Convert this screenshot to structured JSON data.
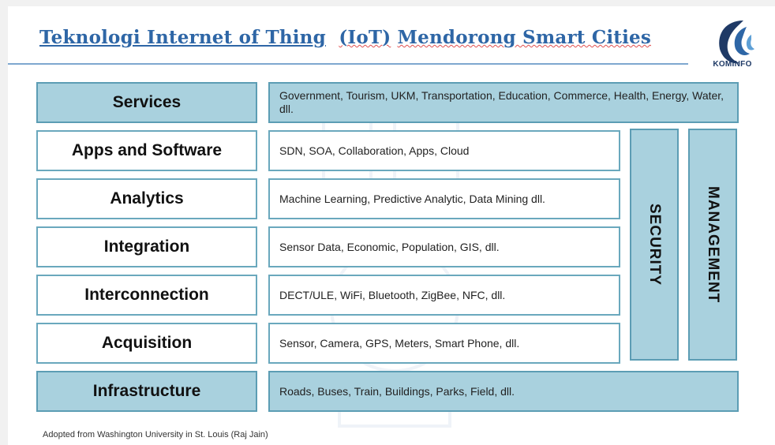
{
  "title": {
    "part1": "Teknologi Internet of Thing",
    "part2": "(IoT)",
    "part3": "Mendorong Smart Cities"
  },
  "logo": {
    "text": "KOMINFO"
  },
  "layers": [
    {
      "name": "Services",
      "content": "Government, Tourism, UKM, Transportation, Education, Commerce, Health, Energy, Water, dll."
    },
    {
      "name": "Apps and Software",
      "content": "SDN, SOA, Collaboration, Apps, Cloud"
    },
    {
      "name": "Analytics",
      "content": "Machine Learning, Predictive Analytic, Data Mining dll."
    },
    {
      "name": "Integration",
      "content": "Sensor Data, Economic, Population, GIS, dll."
    },
    {
      "name": "Interconnection",
      "content": "DECT/ULE, WiFi, Bluetooth, ZigBee, NFC, dll."
    },
    {
      "name": "Acquisition",
      "content": "Sensor, Camera, GPS, Meters, Smart Phone, dll."
    },
    {
      "name": "Infrastructure",
      "content": "Roads, Buses, Train, Buildings, Parks, Field, dll."
    }
  ],
  "side_columns": {
    "security": "SECURITY",
    "management": "MANAGEMENT"
  },
  "footnote": "Adopted from Washington University in St. Louis  (Raj Jain)",
  "colors": {
    "title": "#2e66a6",
    "box_fill": "#a9d1de",
    "box_border": "#5c9db4"
  }
}
